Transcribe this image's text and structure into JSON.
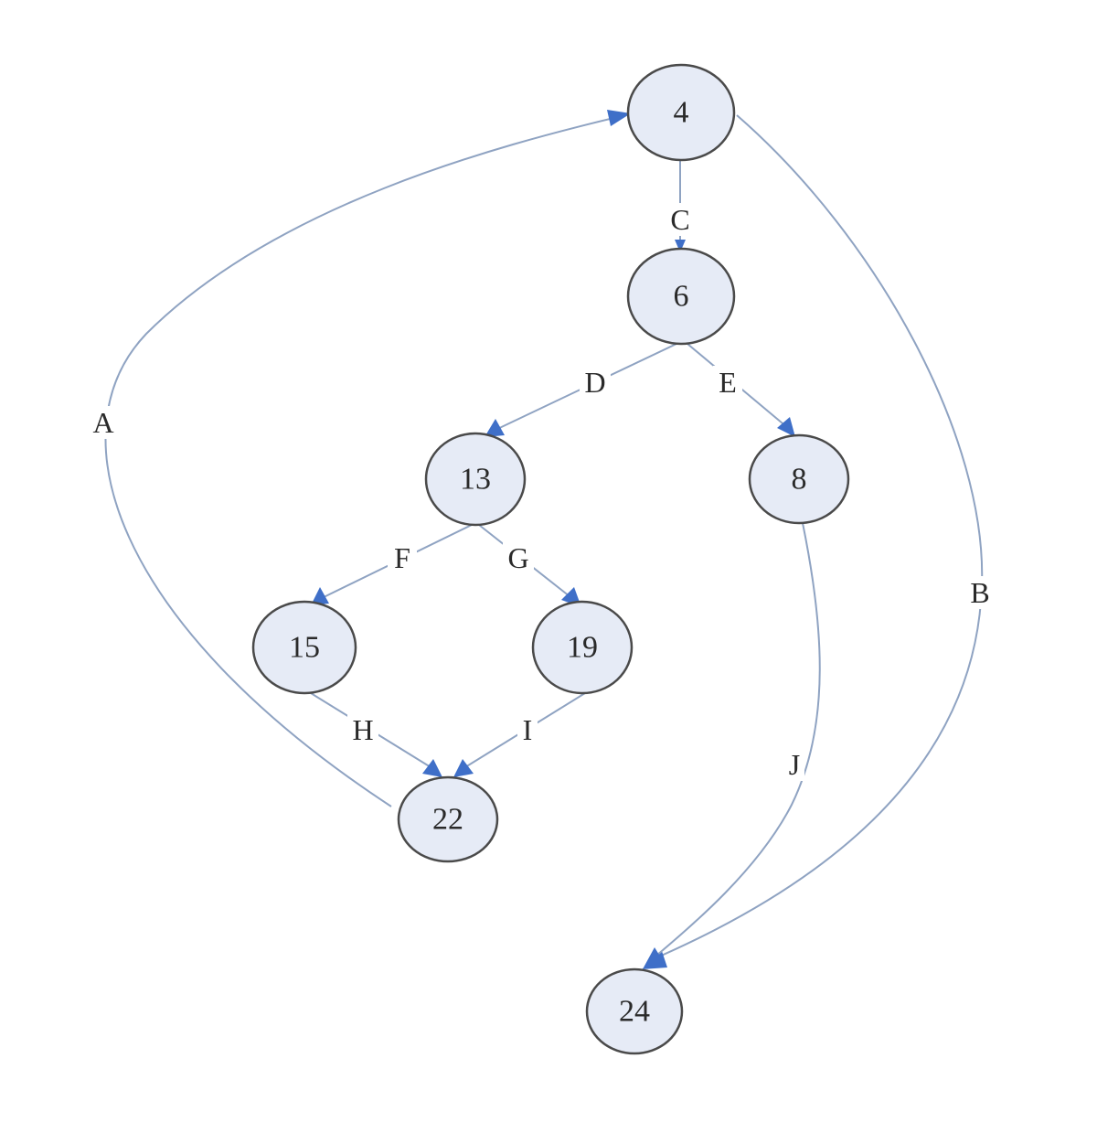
{
  "colors": {
    "node_fill": "#e6ebf6",
    "node_stroke": "#4a4a4a",
    "edge_stroke": "#8fa3c2",
    "arrow": "#3f6fc8",
    "background": "#ffffff"
  },
  "nodes": [
    {
      "id": "n4",
      "label": "4"
    },
    {
      "id": "n6",
      "label": "6"
    },
    {
      "id": "n13",
      "label": "13"
    },
    {
      "id": "n8",
      "label": "8"
    },
    {
      "id": "n15",
      "label": "15"
    },
    {
      "id": "n19",
      "label": "19"
    },
    {
      "id": "n22",
      "label": "22"
    },
    {
      "id": "n24",
      "label": "24"
    }
  ],
  "edges": [
    {
      "id": "A",
      "label": "A",
      "from": "n22",
      "to": "n4"
    },
    {
      "id": "B",
      "label": "B",
      "from": "n4",
      "to": "n24"
    },
    {
      "id": "C",
      "label": "C",
      "from": "n4",
      "to": "n6"
    },
    {
      "id": "D",
      "label": "D",
      "from": "n6",
      "to": "n13"
    },
    {
      "id": "E",
      "label": "E",
      "from": "n6",
      "to": "n8"
    },
    {
      "id": "F",
      "label": "F",
      "from": "n13",
      "to": "n15"
    },
    {
      "id": "G",
      "label": "G",
      "from": "n13",
      "to": "n19"
    },
    {
      "id": "H",
      "label": "H",
      "from": "n15",
      "to": "n22"
    },
    {
      "id": "I",
      "label": "I",
      "from": "n19",
      "to": "n22"
    },
    {
      "id": "J",
      "label": "J",
      "from": "n8",
      "to": "n24"
    }
  ]
}
